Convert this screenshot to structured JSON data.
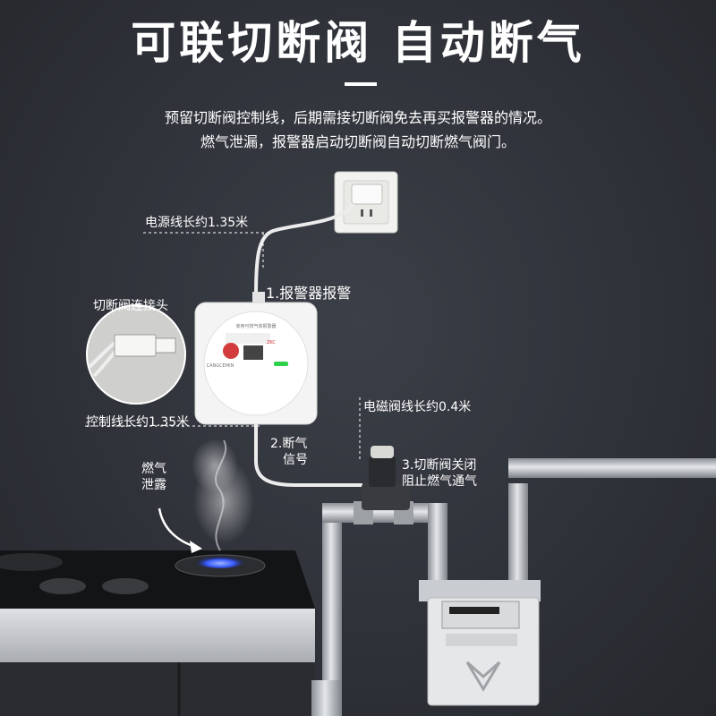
{
  "title": "可联切断阀 自动断气",
  "description": {
    "line1": "预留切断阀控制线，后期需接切断阀免去再买报警器的情况。",
    "line2": "燃气泄漏，报警器启动切断阀自动切断燃气阀门。"
  },
  "labels": {
    "power_cable": "电源线长约1.35米",
    "alarm_step": "1.报警器报警",
    "connector": "切断阀连接头",
    "control_cable": "控制线长约1.35米",
    "valve_cable": "电磁阀线长约0.4米",
    "cutoff_step_line1": "2.断气",
    "cutoff_step_line2": "信号",
    "valve_step_line1": "3.切断阀关闭",
    "valve_step_line2": "阻止燃气通气",
    "leak_line1": "燃气",
    "leak_line2": "泄露"
  },
  "alarm_device": {
    "header_text": "家用可燃气体报警器",
    "brand": "CANGCEMIN",
    "tag": "ZKC",
    "status_color": "#2ed14a"
  },
  "colors": {
    "background": "#2e3138",
    "text": "#ffffff",
    "pipe": "#c9ccd0",
    "flame": "#3a5cff"
  }
}
